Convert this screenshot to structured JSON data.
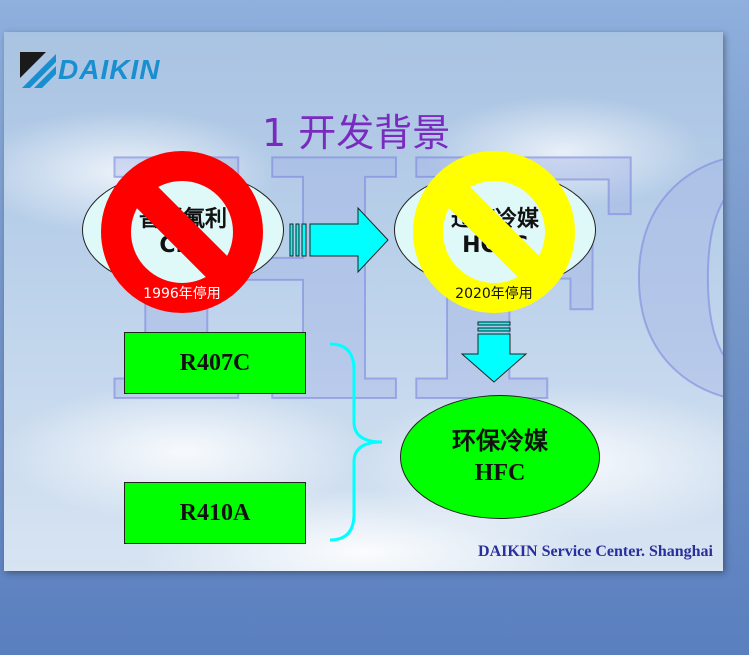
{
  "brand": {
    "logo_text": "DAIKIN",
    "color": "#1a8fd0"
  },
  "slide": {
    "title": "1 开发背景",
    "watermark": "HFC",
    "stage1": {
      "line1": "普通氟利",
      "line2": "CFC",
      "banned_label": "1996年停用",
      "ban_color": "#ff0000"
    },
    "stage2": {
      "line1": "过渡冷媒",
      "line2": "HCFC",
      "banned_label": "2020年停用",
      "ban_color": "#ffff00"
    },
    "refrigerants": [
      "R407C",
      "R410A"
    ],
    "result": {
      "line1": "环保冷媒",
      "line2": "HFC",
      "color": "#00ff00"
    },
    "footer": "DAIKIN Service Center. Shanghai"
  },
  "colors": {
    "arrow": "#00ffff",
    "title": "#7a2bbf",
    "brace": "#00ffff"
  }
}
